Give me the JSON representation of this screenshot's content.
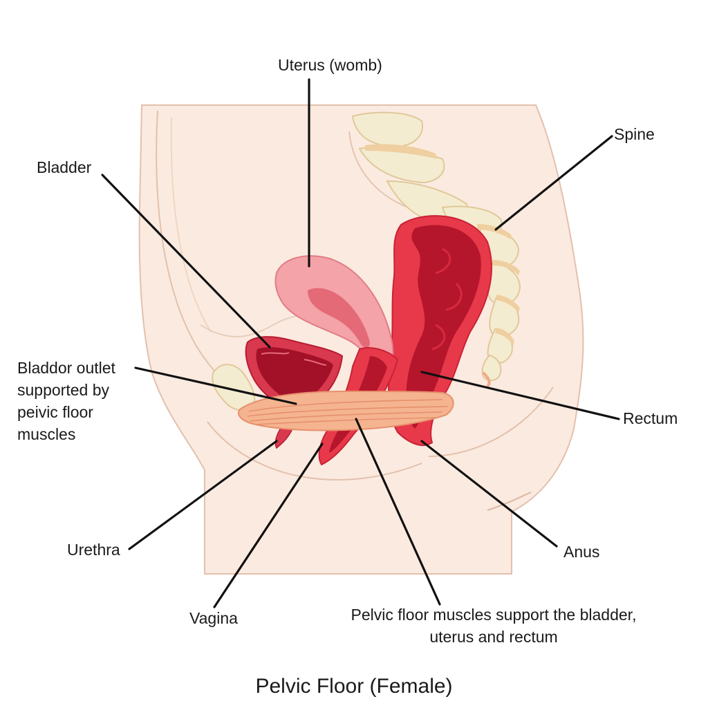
{
  "diagram": {
    "title": "Pelvic Floor (Female)",
    "labels": {
      "uterus": "Uterus (womb)",
      "spine": "Spine",
      "bladder": "Bladder",
      "bladder_outlet": "Bladdor outlet supported by peivic floor muscles",
      "rectum": "Rectum",
      "urethra": "Urethra",
      "anus": "Anus",
      "vagina": "Vagina",
      "pelvic_floor_muscles": "Pelvic floor muscles support the bladder, uterus and rectum"
    },
    "colors": {
      "skin": "#fbeadf",
      "skin_outline": "#e2c1ad",
      "bone": "#f4ecd0",
      "bone_outline": "#e0c89a",
      "rectum_outer": "#e8394a",
      "rectum_inner": "#b5162c",
      "uterus_outer": "#f4a3a8",
      "uterus_inner": "#e46a78",
      "bladder_outer": "#d8394e",
      "bladder_inner": "#a31129",
      "muscle": "#f5b490",
      "muscle_stripe": "#e68f6c"
    }
  }
}
